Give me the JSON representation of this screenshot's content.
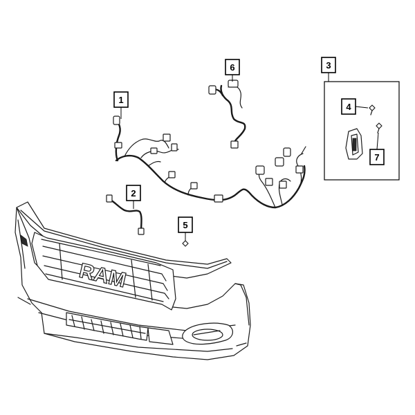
{
  "callouts": {
    "c1": "1",
    "c2": "2",
    "c3": "3",
    "c4": "4",
    "c5": "5",
    "c6": "6",
    "c7": "7"
  },
  "grille_badge": "RAM",
  "colors": {
    "line": "#1a1a1a",
    "background": "#ffffff"
  }
}
